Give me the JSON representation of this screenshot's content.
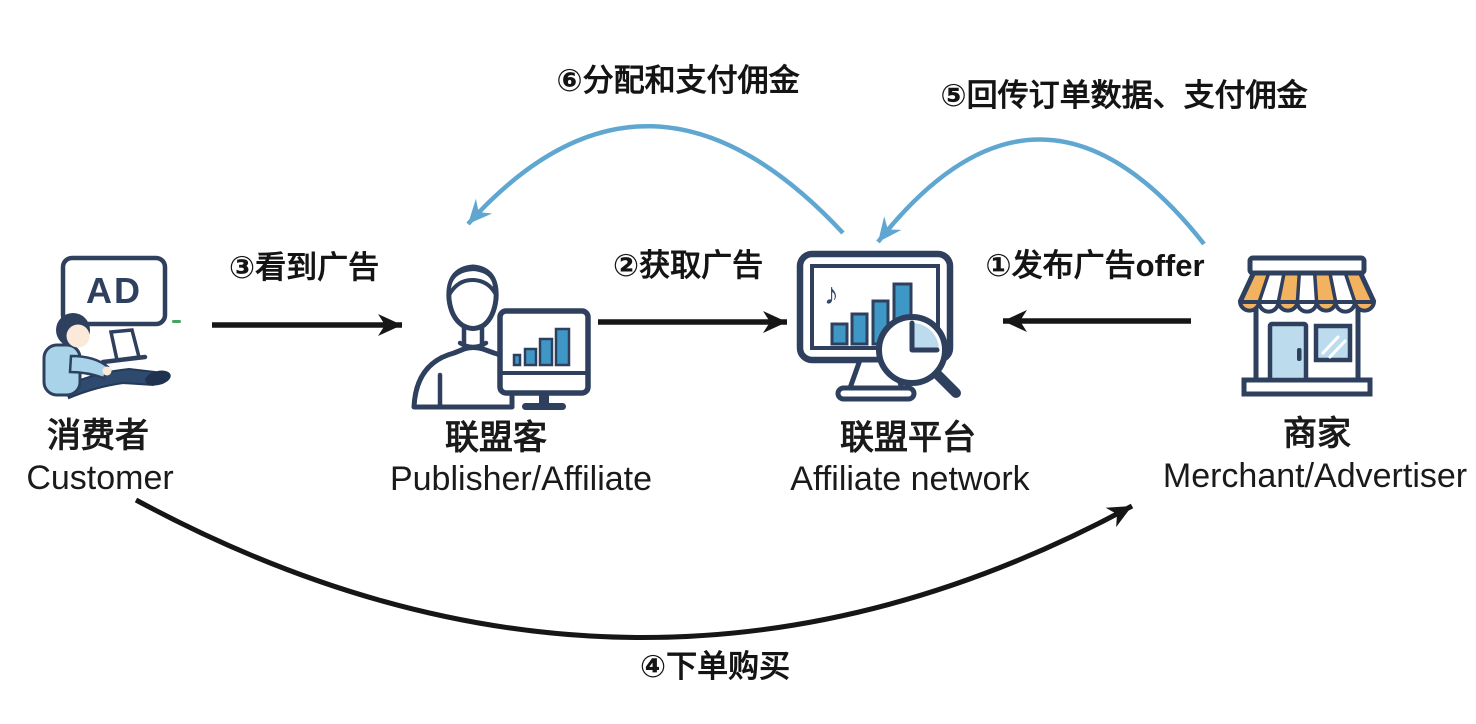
{
  "diagram": {
    "background": "#ffffff",
    "entities": [
      {
        "id": "customer",
        "name_zh": "消费者",
        "name_en": "Customer",
        "icon": "person-with-laptop-icon",
        "ad_sign_text": "AD"
      },
      {
        "id": "publisher",
        "name_zh": "联盟客",
        "name_en": "Publisher/Affiliate",
        "icon": "person-with-chart-monitor-icon"
      },
      {
        "id": "network",
        "name_zh": "联盟平台",
        "name_en": "Affiliate network",
        "icon": "analytics-monitor-magnifier-icon",
        "screen_glyph": "♪"
      },
      {
        "id": "merchant",
        "name_zh": "商家",
        "name_en": "Merchant/Advertiser",
        "icon": "storefront-icon"
      }
    ],
    "flows": [
      {
        "step": 1,
        "label": "①发布广告offer",
        "from": "merchant",
        "to": "network",
        "shape": "straight",
        "color": "black"
      },
      {
        "step": 2,
        "label": "②获取广告",
        "from": "publisher",
        "to": "network",
        "shape": "straight",
        "color": "black"
      },
      {
        "step": 3,
        "label": "③看到广告",
        "from": "customer",
        "to": "publisher",
        "shape": "straight",
        "color": "black"
      },
      {
        "step": 4,
        "label": "④下单购买",
        "from": "customer",
        "to": "merchant",
        "shape": "curved",
        "color": "black"
      },
      {
        "step": 5,
        "label": "⑤回传订单数据、支付佣金",
        "from": "merchant",
        "to": "network",
        "shape": "curved",
        "color": "blue"
      },
      {
        "step": 6,
        "label": "⑥分配和支付佣金",
        "from": "network",
        "to": "publisher",
        "shape": "curved",
        "color": "blue"
      }
    ],
    "colors": {
      "arrow_black": "#161616",
      "arrow_blue": "#5fa7d1",
      "outline_navy": "#2e405e",
      "bar_blue": "#3e97c5",
      "fill_light_blue": "#bcdcee",
      "awning_orange": "#f2b25f",
      "shirt_blue": "#a9d3e8",
      "pants_navy": "#2e4a6e"
    }
  }
}
